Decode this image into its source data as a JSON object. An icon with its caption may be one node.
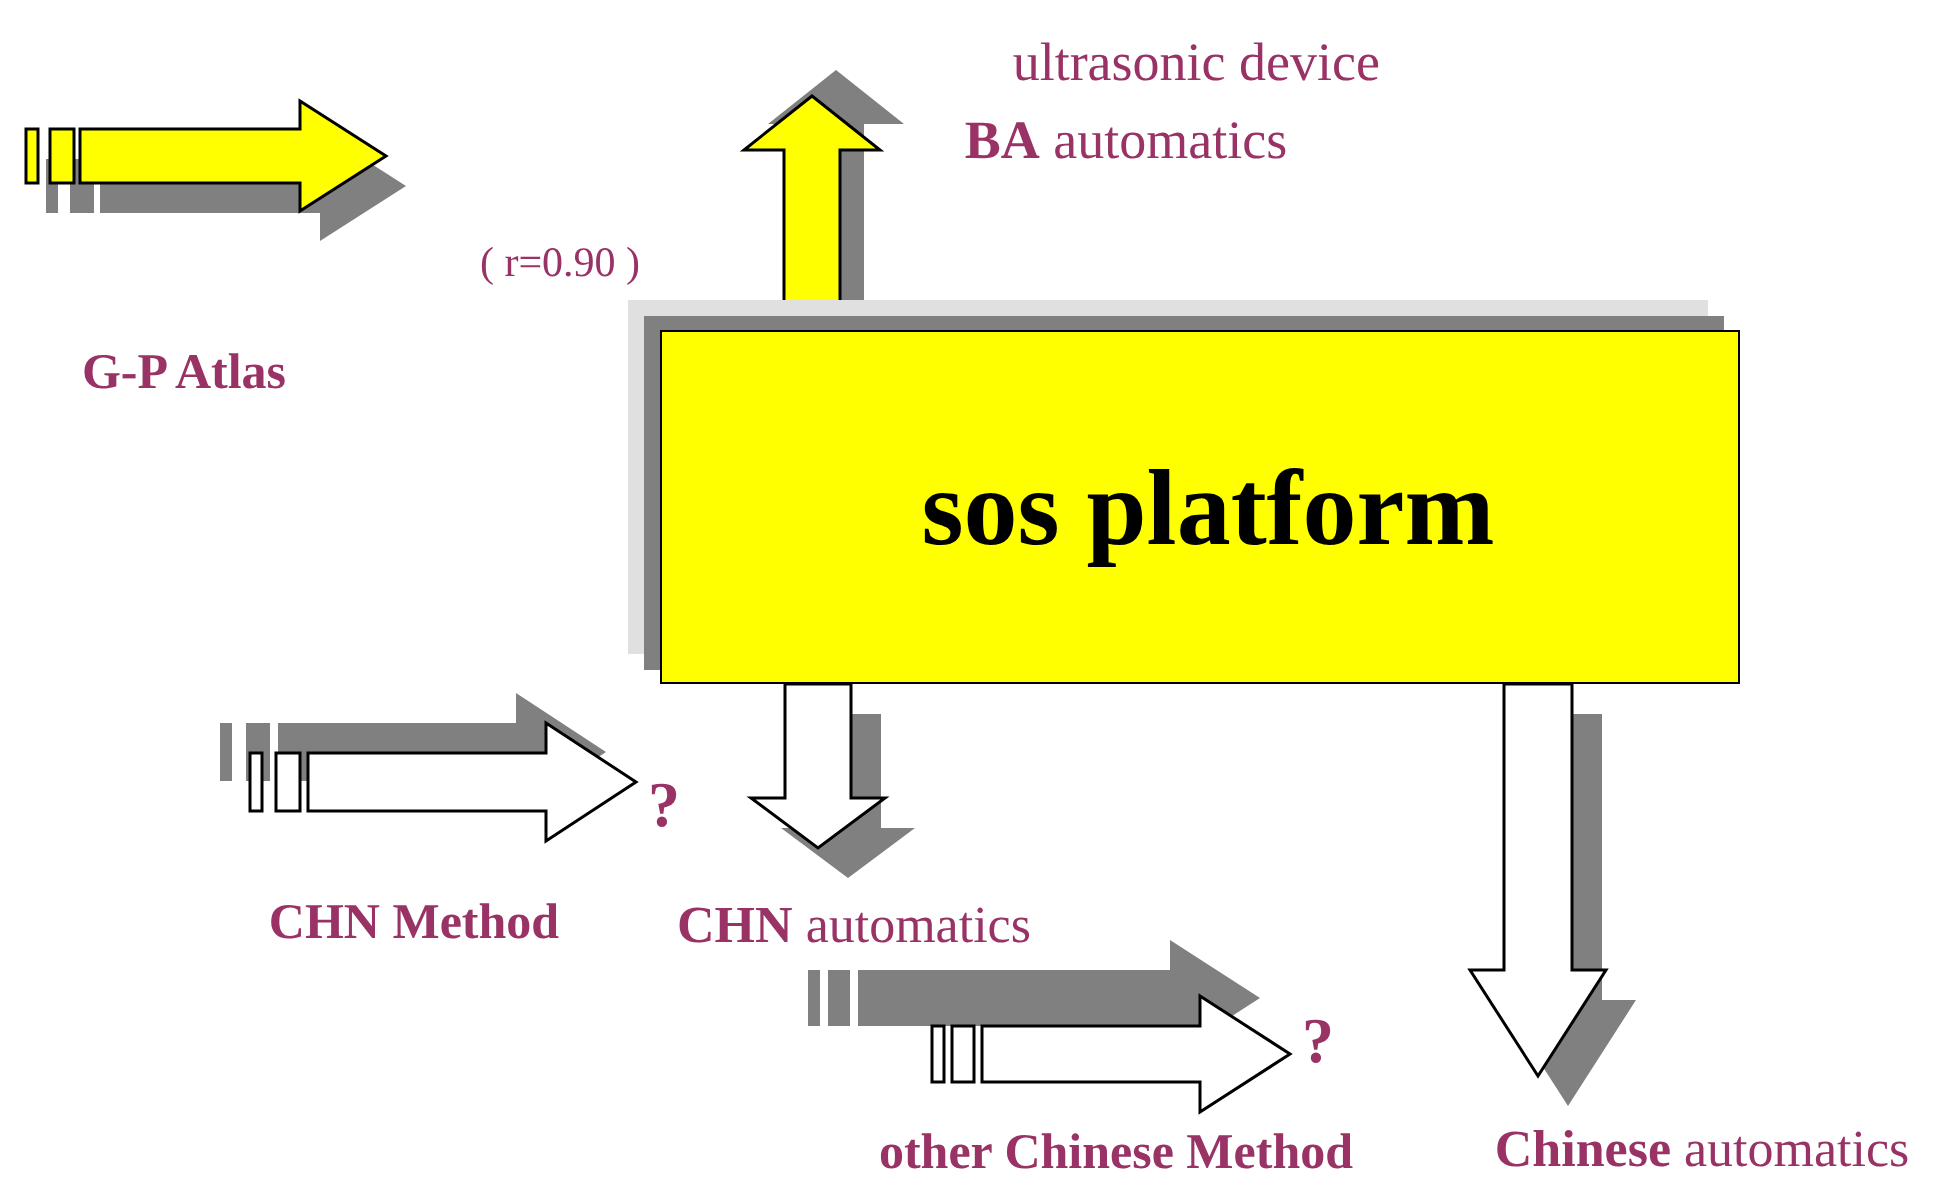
{
  "diagram": {
    "nodes": [
      {
        "text": [
          "sos platform"
        ]
      },
      {
        "text": [
          "ultrasonic device"
        ],
        "beside": [
          "**BA** automatics"
        ]
      },
      {
        "text": [],
        "shape": "arrow",
        "beside": [
          "G-P Atlas"
        ]
      },
      {
        "text": [
          "CHN Method"
        ]
      },
      {
        "text": [
          "?"
        ]
      },
      {
        "text": [
          "**CHN** automatics"
        ]
      },
      {
        "text": [
          "other Chinese Method"
        ]
      },
      {
        "text": [
          "?"
        ]
      },
      {
        "text": [
          "**Chinese** automatics"
        ]
      }
    ],
    "edges": [
      {
        "from": 0,
        "to": 1,
        "arrow": "to",
        "color": "#ffff00"
      },
      {
        "from": 3,
        "to": 4,
        "arrow": "to"
      },
      {
        "from": 0,
        "to": 5,
        "arrow": "to"
      },
      {
        "from": 6,
        "to": 7,
        "arrow": "to"
      },
      {
        "from": 0,
        "to": 8,
        "arrow": "to"
      }
    ],
    "labels": [
      "( r=0.90 )"
    ]
  }
}
